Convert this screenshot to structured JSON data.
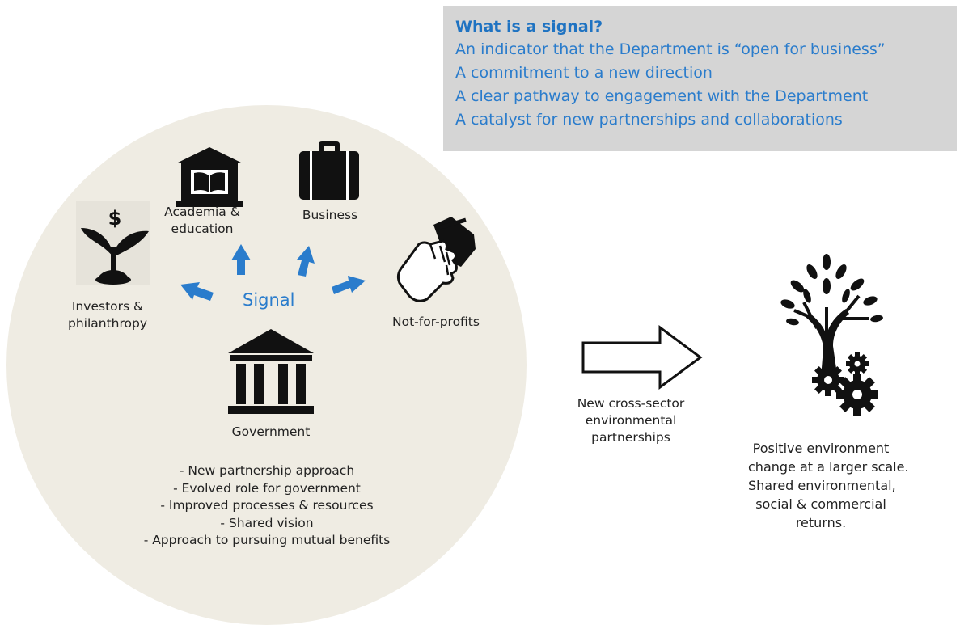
{
  "signal_box": {
    "question": "What is a signal?",
    "lines": [
      "An indicator that the Department is “open for business”",
      "A commitment to a new direction",
      "A clear pathway to engagement with the Department",
      "A catalyst for new partnerships and collaborations"
    ]
  },
  "stakeholders": {
    "investors": [
      "Investors &",
      "philanthropy"
    ],
    "academia": [
      "Academia &",
      "education"
    ],
    "business": "Business",
    "nfp": "Not-for-profits",
    "government": "Government"
  },
  "signal_label": "Signal",
  "dollar_sign": "$",
  "government_points": [
    "- New partnership approach",
    "- Evolved role for government",
    "- Improved processes & resources",
    "- Shared vision",
    "- Approach to pursuing mutual benefits"
  ],
  "arrow_label": [
    "New cross-sector",
    "environmental",
    "partnerships"
  ],
  "outcome": [
    "Positive environment",
    "change at a larger scale.",
    "Shared environmental,",
    "social & commercial",
    "returns."
  ],
  "colors": {
    "accent_blue": "#2a7ccc",
    "heading_blue": "#1f73c2",
    "box_grey": "#d5d5d5",
    "circle_beige": "#efece3",
    "icon_black": "#111111"
  }
}
